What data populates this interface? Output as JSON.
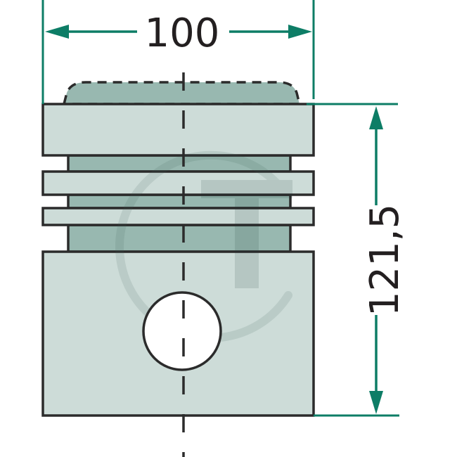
{
  "diagram": {
    "subject": "piston",
    "dimensions": {
      "diameter": {
        "value": "100",
        "orientation": "horizontal"
      },
      "height": {
        "value": "121,5",
        "orientation": "vertical"
      }
    },
    "parts": [
      "crown",
      "top-land",
      "ring-groove-1",
      "ring-land-2",
      "ring-groove-2",
      "ring-land-3",
      "ring-groove-3",
      "skirt",
      "pin-bore",
      "centerline"
    ],
    "watermark": {
      "glyph": "T",
      "style": "circle-logo"
    }
  },
  "colors": {
    "dimension": "#0d7d66",
    "outline": "#2b2b2b",
    "body_light": "#cddcd8",
    "body_dark": "#98b8b0",
    "pin_bore": "#ffffff",
    "text": "#231f20"
  }
}
